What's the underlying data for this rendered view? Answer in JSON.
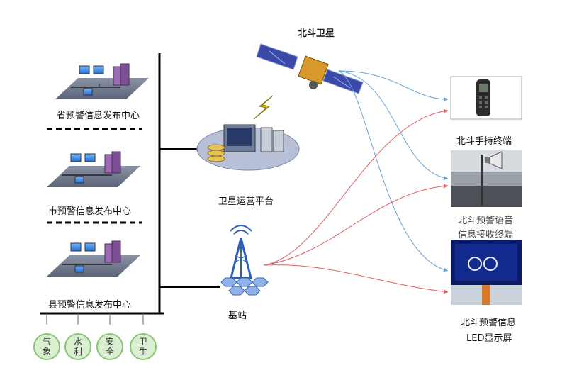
{
  "centers": [
    {
      "label": "省预警信息发布中心"
    },
    {
      "label": "市预警信息发布中心"
    },
    {
      "label": "县预警信息发布中心"
    }
  ],
  "satellite": {
    "label": "北斗卫星"
  },
  "platform": {
    "label": "卫星运营平台"
  },
  "base_station": {
    "label": "基站"
  },
  "terminals": [
    {
      "label": "北斗手持终端"
    },
    {
      "label_line1": "北斗预警语音",
      "label_line2": "信息接收终端"
    },
    {
      "label_line1": "北斗预警信息",
      "label_line2": "LED显示屏"
    }
  ],
  "departments": [
    {
      "c1": "气",
      "c2": "象"
    },
    {
      "c1": "水",
      "c2": "利"
    },
    {
      "c1": "安",
      "c2": "全"
    },
    {
      "c1": "卫",
      "c2": "生"
    }
  ],
  "colors": {
    "satellite_link": "#6aa3d8",
    "ground_link": "#e06060",
    "department_fill": "#d9efcf"
  }
}
